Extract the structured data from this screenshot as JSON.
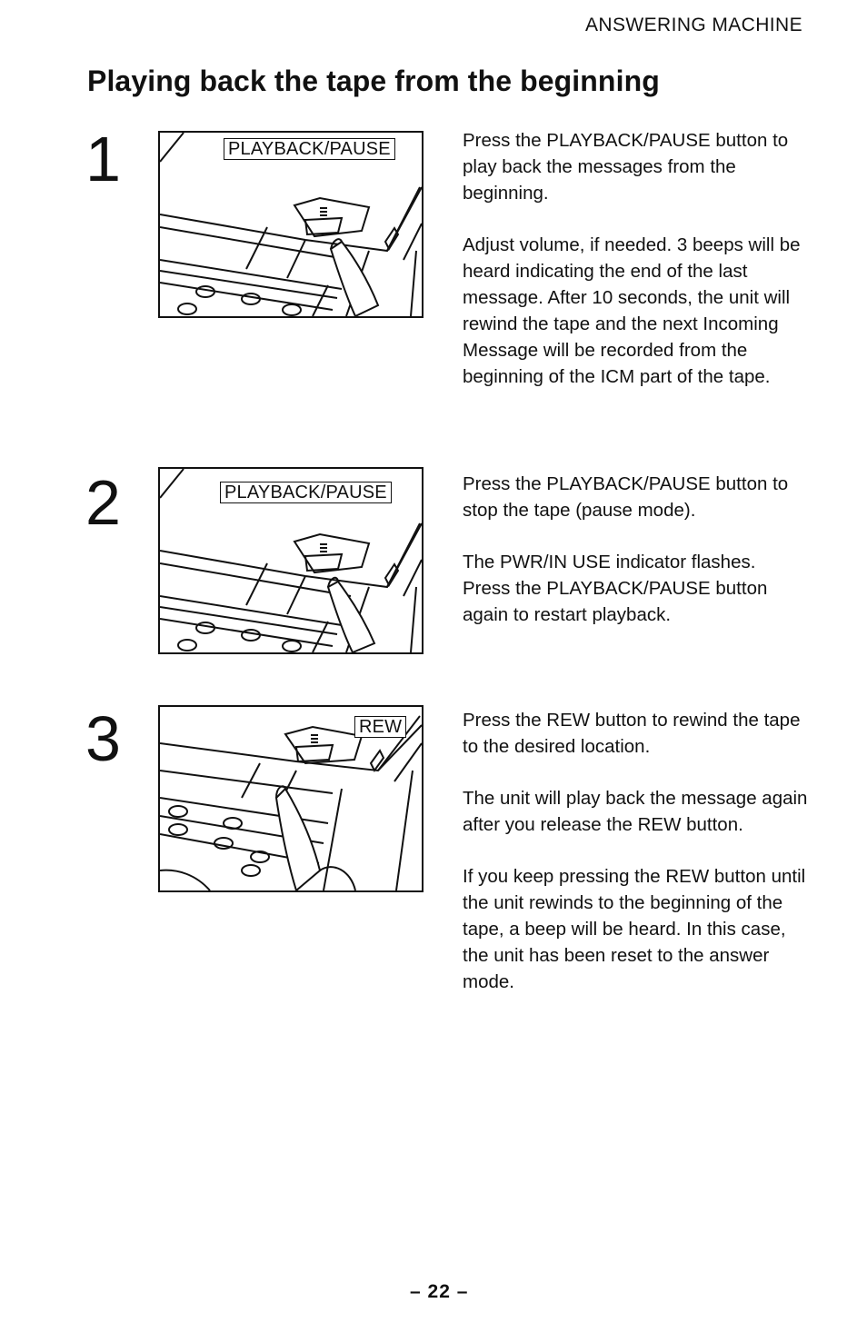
{
  "header": {
    "section": "ANSWERING MACHINE"
  },
  "page": {
    "title": "Playing back the tape from the beginning",
    "number": "– 22 –"
  },
  "steps": [
    {
      "number": "1",
      "button_label": "PLAYBACK/PAUSE",
      "paragraphs": [
        "Press the PLAYBACK/PAUSE button to play back the messages from the beginning.",
        "Adjust volume, if needed. 3 beeps will be heard indicating the end of the last message. After 10 seconds, the unit will rewind the tape and the next Incoming Message will be recorded from the beginning of the ICM part of the tape."
      ]
    },
    {
      "number": "2",
      "button_label": "PLAYBACK/PAUSE",
      "paragraphs": [
        "Press the PLAYBACK/PAUSE button to stop the tape (pause mode).",
        "The PWR/IN USE indicator flashes. Press the PLAYBACK/PAUSE button again to restart playback."
      ]
    },
    {
      "number": "3",
      "button_label": "REW",
      "paragraphs": [
        "Press the REW button to rewind the tape to the desired location.",
        "The unit will play back the message again after you release the REW button.",
        "If you keep pressing the REW button until the unit rewinds to the beginning of the tape, a beep will be heard. In this case, the unit has been reset to the answer mode."
      ]
    }
  ]
}
